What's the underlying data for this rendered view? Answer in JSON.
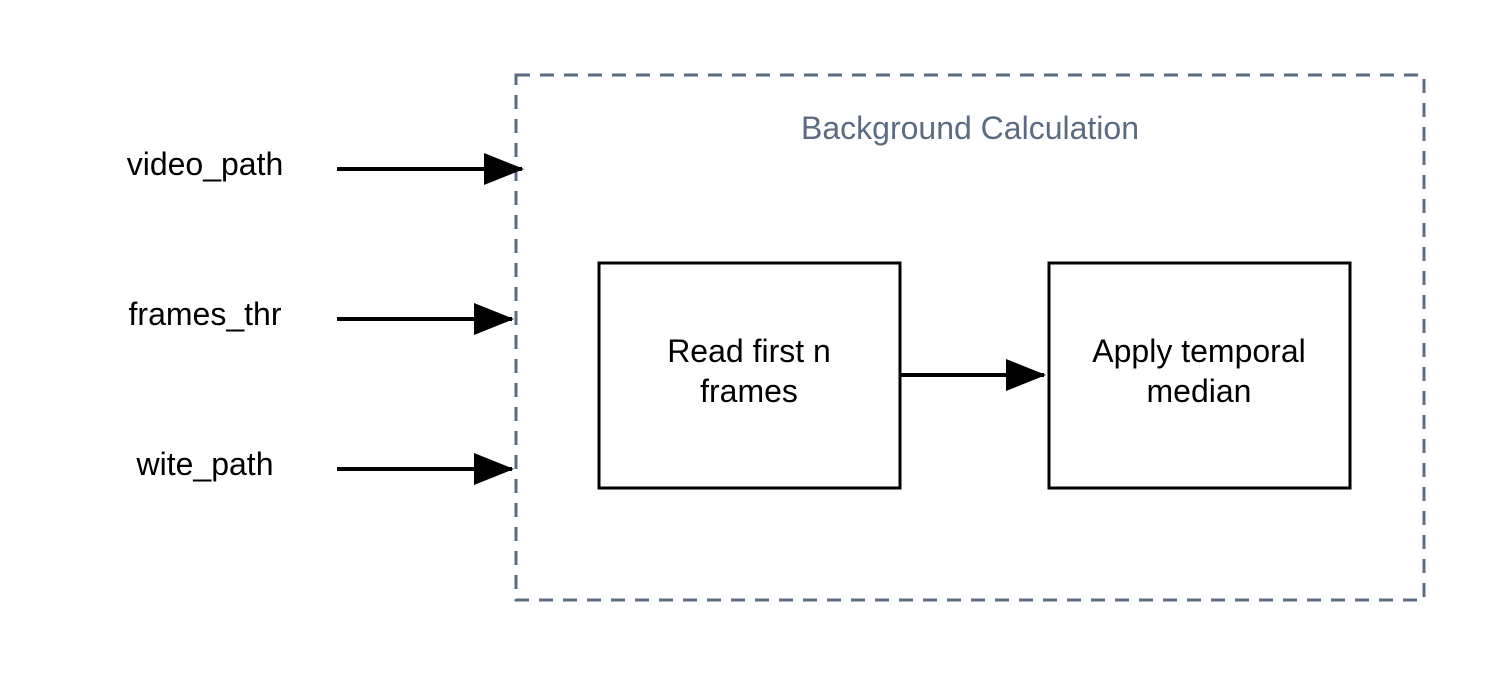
{
  "diagram": {
    "group": {
      "title": "Background Calculation"
    },
    "inputs": [
      {
        "label": "video_path"
      },
      {
        "label": "frames_thr"
      },
      {
        "label": "wite_path"
      }
    ],
    "nodes": [
      {
        "line1": "Read first n",
        "line2": "frames"
      },
      {
        "line1": "Apply temporal",
        "line2": "median"
      }
    ]
  },
  "colors": {
    "group_border": "#5b6b82",
    "group_title": "#5b6b82",
    "stroke": "#000000"
  }
}
